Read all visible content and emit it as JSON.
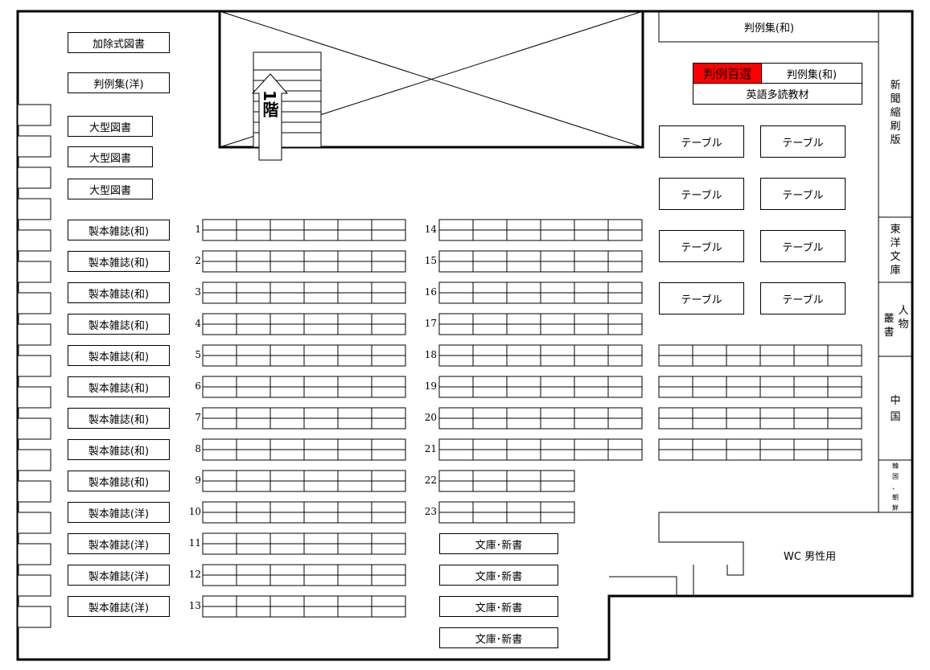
{
  "left_labels": {
    "kajoshiki": "加除式図書",
    "hanreishu_yo": "判例集(洋)",
    "ogata": "大型図書",
    "seihon_wa": "製本雑誌(和)",
    "seihon_yo": "製本雑誌(洋)"
  },
  "stairs_label": "1階",
  "shelf_numbers_left": [
    "1",
    "2",
    "3",
    "4",
    "5",
    "6",
    "7",
    "8",
    "9",
    "10",
    "11",
    "12",
    "13"
  ],
  "shelf_numbers_right": [
    "14",
    "15",
    "16",
    "17",
    "18",
    "19",
    "20",
    "21",
    "22",
    "23"
  ],
  "bunko_label": "文庫･新書",
  "right_area": {
    "hanreishu_wa_top": "判例集(和)",
    "hanrei_hyakusen": "判例百選",
    "hanreishu_wa": "判例集(和)",
    "eigo_tadoku": "英語多読教材",
    "table_label": "テーブル",
    "wc_label": "WC 男性用"
  },
  "wall_sections": {
    "shimbun": "新聞縮刷版",
    "toyo_bunko": "東洋文庫",
    "jinbutsu": "人物",
    "sosho": "叢書",
    "chugoku": "中国",
    "kankoku": "韓国、朝鮮"
  },
  "colors": {
    "highlight": "#ff0000",
    "line": "#000000"
  }
}
